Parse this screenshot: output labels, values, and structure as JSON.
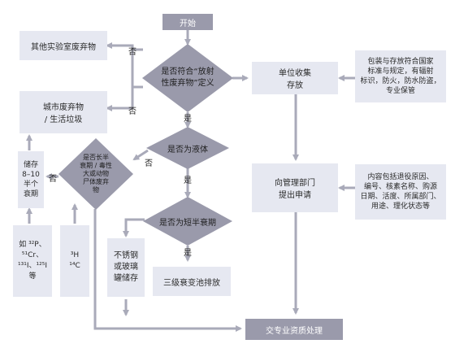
{
  "diagram": {
    "nodes": {
      "start": "开始",
      "other_lab_waste": "其他实验室废弃物",
      "is_radioactive": "是否符合“放射\n性废弃物”定义",
      "unit_collect": "单位收集\n存放",
      "packaging_note": "包装与存放符合国家\n标准与规定，有辐射\n标识，防火，防水防盗，\n专业保管",
      "municipal_waste": "城市废弃物\n/ 生活垃圾",
      "is_liquid": "是否为液体",
      "long_halflife_q": "是否长半\n衰期 / 毒性\n大或动物\n尸体废弃\n物",
      "storage": "储存\n8–10\n半个\n衰期",
      "is_short_halflife": "是否为短半衰期",
      "apply_to_authority": "向管理部门\n提出申请",
      "application_content": "内容包括退役原因、\n编号、核素名称、购源\n日期、活度、所属部门、\n用途、理化状态等",
      "steel_glass_storage": "不锈钢\n或玻璃\n罐储存",
      "tertiary_tank": "三级衰变池排放",
      "example_isotopes": "如 ³²P、\n⁵¹Cr、\n¹³¹I、¹²⁵I\n等",
      "example_h_c": "³H\n¹⁴C",
      "professional_disposal": "交专业资质处理"
    },
    "edge_labels": {
      "no_1": "否",
      "no_2": "否",
      "no_3": "否",
      "no_4": "否",
      "yes_1": "是",
      "yes_2": "是",
      "yes_3": "是"
    },
    "colors": {
      "light_box": "#e6e8f1",
      "dark_box": "#9a9aab",
      "arrow": "#a9aab9"
    }
  }
}
